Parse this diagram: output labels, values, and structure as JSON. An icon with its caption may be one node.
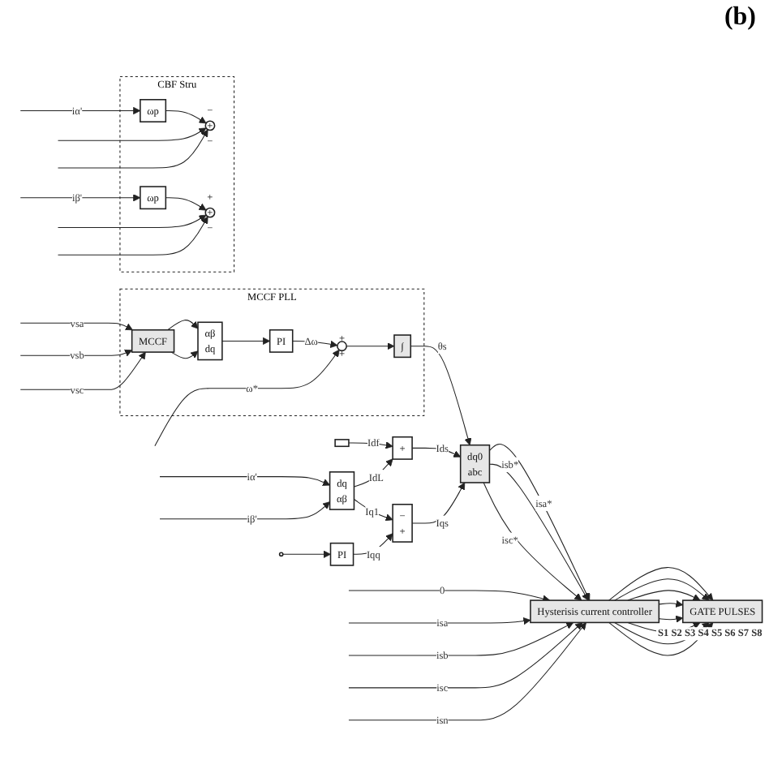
{
  "diagram": {
    "nodes": [
      {
        "text": [
          "MCCF PLL"
        ]
      },
      {
        "text": [
          "MCCF"
        ],
        "in": 0
      },
      {
        "text": [
          "αβ",
          "dq"
        ],
        "in": 0
      },
      {
        "text": [
          "PI"
        ],
        "in": 0
      },
      {
        "text": [
          "+",
          "+"
        ],
        "in": 0
      },
      {
        "text": [
          "∫"
        ],
        "in": 0
      },
      {
        "text": [],
        "shape": "box"
      },
      {
        "text": [
          "+"
        ]
      },
      {
        "text": [
          "dq",
          "αβ"
        ]
      },
      {
        "text": [
          "−",
          "+"
        ]
      },
      {
        "text": [
          "dq0",
          "abc"
        ]
      },
      {
        "text": [
          "Hysterisis current controller"
        ]
      },
      {
        "text": [
          "GATE PULSES"
        ],
        "beside": [
          "S1",
          "S2",
          "S3",
          "S4",
          "S5",
          "S6",
          "S7",
          "S8"
        ]
      },
      {
        "text": [],
        "shape": "circle"
      },
      {
        "text": [
          "PI"
        ]
      },
      {
        "text": [
          "CBF Stru"
        ]
      },
      {
        "text": [
          "ωp"
        ],
        "in": 15
      },
      {
        "text": [
          "−",
          "+",
          "−"
        ],
        "in": 15
      },
      {
        "text": [
          "ωp"
        ],
        "in": 15
      },
      {
        "text": [
          "+",
          "+",
          "−"
        ],
        "in": 15
      }
    ],
    "edges": [
      {
        "from": null,
        "to": 1,
        "arrow": "to",
        "label": "vsa"
      },
      {
        "from": null,
        "to": 1,
        "arrow": "to",
        "label": "vsb"
      },
      {
        "from": null,
        "to": 1,
        "arrow": "to",
        "label": "vsc"
      },
      {
        "from": 1,
        "to": 2,
        "arrow": "to"
      },
      {
        "from": 1,
        "to": 2,
        "arrow": "to"
      },
      {
        "from": 2,
        "to": 3,
        "arrow": "to"
      },
      {
        "from": 3,
        "to": 4,
        "arrow": "to",
        "label": "Δω"
      },
      {
        "from": null,
        "to": 4,
        "arrow": "to",
        "label": "ω*"
      },
      {
        "from": 4,
        "to": 5,
        "arrow": "to"
      },
      {
        "from": 5,
        "to": 10,
        "arrow": "to",
        "label": "θs"
      },
      {
        "from": 6,
        "to": 7,
        "arrow": "to",
        "label": "Idf"
      },
      {
        "from": null,
        "to": 8,
        "arrow": "to",
        "label": "iα'"
      },
      {
        "from": null,
        "to": 8,
        "arrow": "to",
        "label": "iβ'"
      },
      {
        "from": 8,
        "to": 7,
        "arrow": "to",
        "label": "IdL"
      },
      {
        "from": 8,
        "to": 9,
        "arrow": "to",
        "label": "Iq1"
      },
      {
        "from": 7,
        "to": 10,
        "arrow": "to",
        "label": "Ids"
      },
      {
        "from": 13,
        "to": 14,
        "arrow": "to"
      },
      {
        "from": 14,
        "to": 9,
        "arrow": "to",
        "label": "Iqq"
      },
      {
        "from": 9,
        "to": 10,
        "arrow": "to",
        "label": "Iqs"
      },
      {
        "from": 10,
        "to": 11,
        "arrow": "to",
        "label": "isa*"
      },
      {
        "from": 10,
        "to": 11,
        "arrow": "to",
        "label": "isb*"
      },
      {
        "from": 10,
        "to": 11,
        "arrow": "to",
        "label": "isc*"
      },
      {
        "from": null,
        "to": 11,
        "arrow": "to",
        "label": "0"
      },
      {
        "from": null,
        "to": 11,
        "arrow": "to",
        "label": "isa"
      },
      {
        "from": null,
        "to": 11,
        "arrow": "to",
        "label": "isb"
      },
      {
        "from": null,
        "to": 11,
        "arrow": "to",
        "label": "isc"
      },
      {
        "from": null,
        "to": 11,
        "arrow": "to",
        "label": "isn"
      },
      {
        "from": 11,
        "to": 12,
        "arrow": "to"
      },
      {
        "from": 11,
        "to": 12,
        "arrow": "to"
      },
      {
        "from": 11,
        "to": 12,
        "arrow": "to"
      },
      {
        "from": 11,
        "to": 12,
        "arrow": "to"
      },
      {
        "from": 11,
        "to": 12,
        "arrow": "to"
      },
      {
        "from": 11,
        "to": 12,
        "arrow": "to"
      },
      {
        "from": 11,
        "to": 12,
        "arrow": "to"
      },
      {
        "from": 11,
        "to": 12,
        "arrow": "to"
      },
      {
        "from": null,
        "to": 16,
        "arrow": "to",
        "label": "iα'"
      },
      {
        "from": 16,
        "to": 17,
        "arrow": "to"
      },
      {
        "from": null,
        "to": 17,
        "arrow": "to"
      },
      {
        "from": null,
        "to": 17,
        "arrow": "to"
      },
      {
        "from": null,
        "to": 18,
        "arrow": "to",
        "label": "iβ'"
      },
      {
        "from": 18,
        "to": 19,
        "arrow": "to"
      },
      {
        "from": null,
        "to": 19,
        "arrow": "to"
      },
      {
        "from": null,
        "to": 19,
        "arrow": "to"
      }
    ],
    "labels": [
      "(b)"
    ]
  }
}
